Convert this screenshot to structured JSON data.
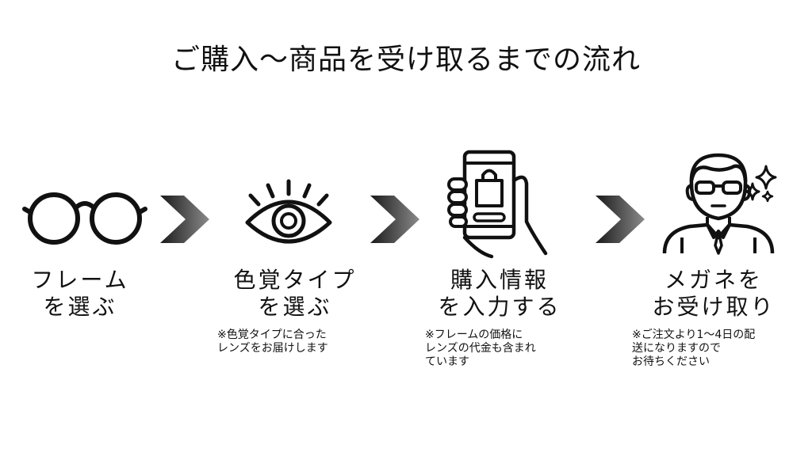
{
  "title": "ご購入～商品を受け取るまでの流れ",
  "colors": {
    "ink": "#111111",
    "arrow_dark": "#1a1a1a",
    "arrow_light": "#8a8a8a",
    "background": "#ffffff"
  },
  "steps": [
    {
      "icon": "glasses-icon",
      "label_lines": [
        "フレーム",
        "を選ぶ"
      ],
      "note_lines": []
    },
    {
      "icon": "eye-icon",
      "label_lines": [
        "色覚タイプ",
        "を選ぶ"
      ],
      "note_lines": [
        "※色覚タイプに合った",
        "レンズをお届けします"
      ]
    },
    {
      "icon": "smartphone-shopping-icon",
      "label_lines": [
        "購入情報",
        "を入力する"
      ],
      "note_lines": [
        "※フレームの価格に",
        "レンズの代金も含まれ",
        "ています"
      ]
    },
    {
      "icon": "person-with-glasses-icon",
      "label_lines": [
        "メガネを",
        "お受け取り"
      ],
      "note_lines": [
        "※ご注文より1～4日の配",
        "送になりますので",
        "お待ちください"
      ]
    }
  ],
  "arrows": [
    "chevron-right-icon",
    "chevron-right-icon",
    "chevron-right-icon"
  ]
}
